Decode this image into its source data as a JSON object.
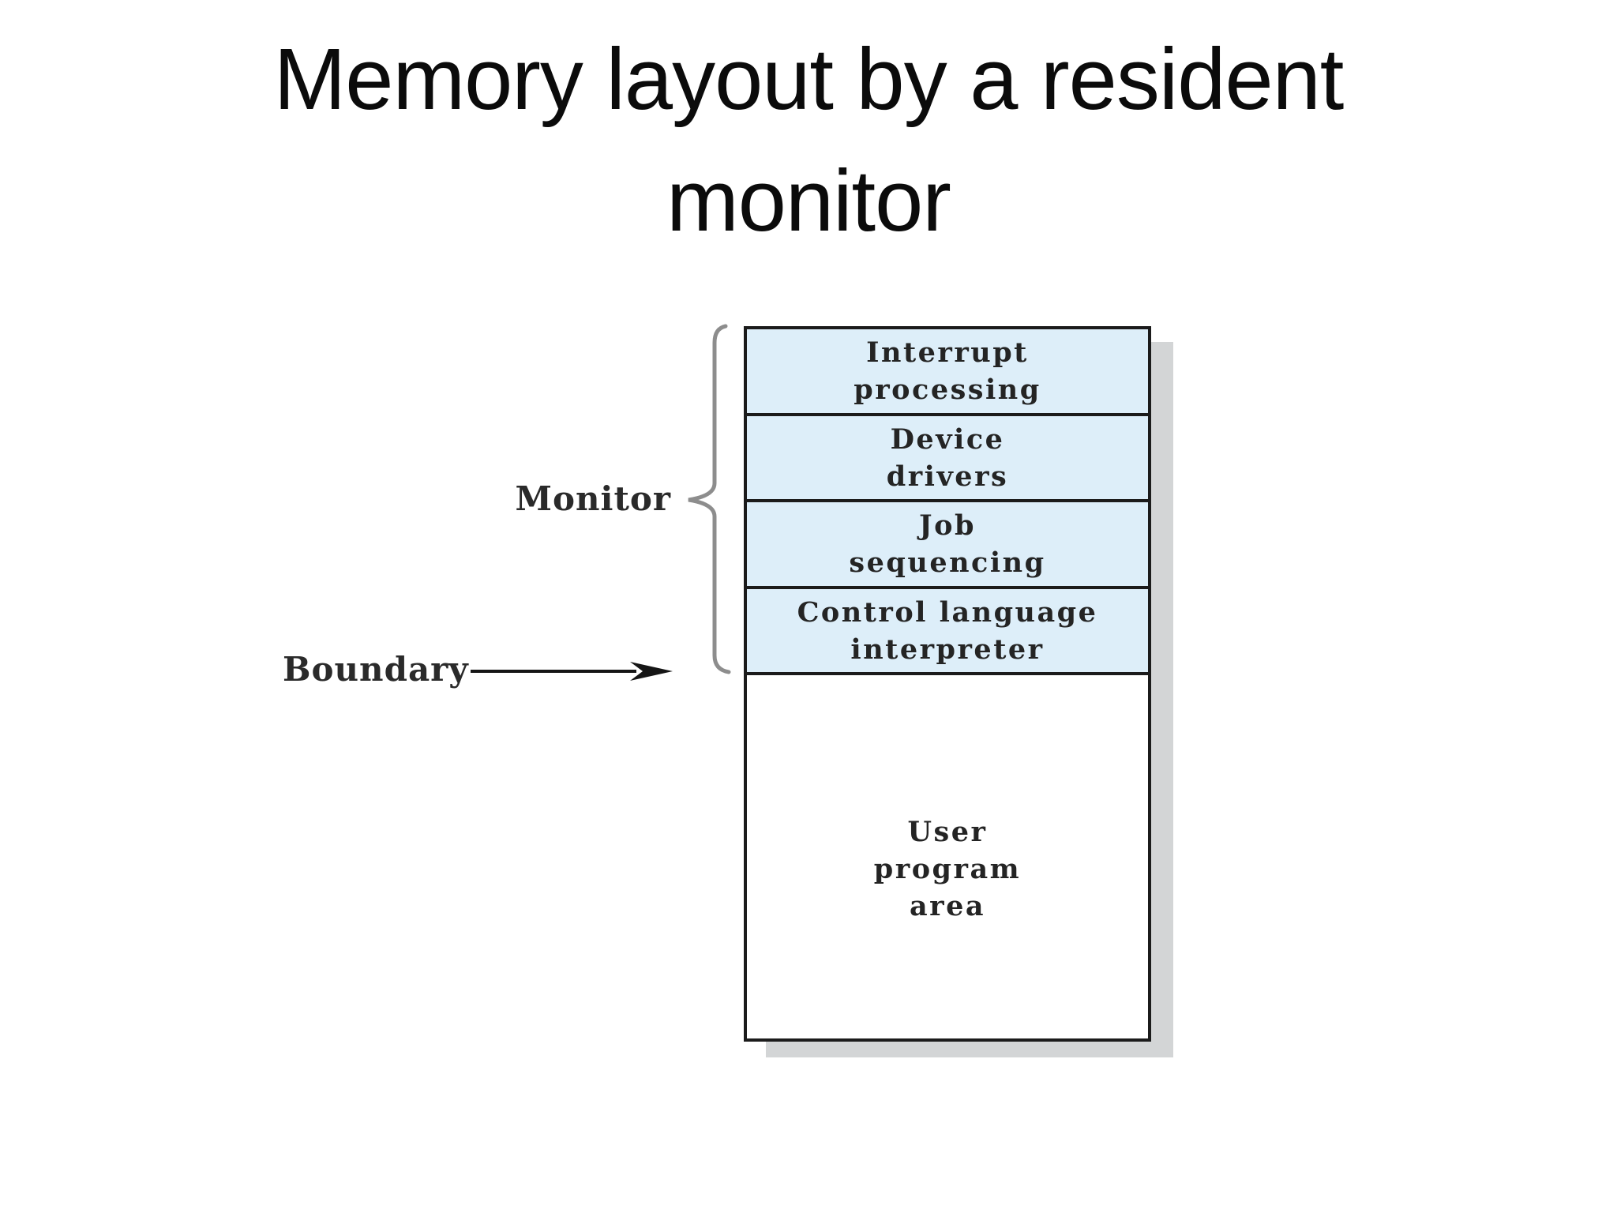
{
  "title": {
    "line1": "Memory layout by a resident",
    "line2": "monitor"
  },
  "diagram": {
    "monitor_label": "Monitor",
    "boundary_label": "Boundary",
    "sections": [
      {
        "label": "Interrupt\nprocessing",
        "fill": "#ddeef9"
      },
      {
        "label": "Device\ndrivers",
        "fill": "#ddeef9"
      },
      {
        "label": "Job\nsequencing",
        "fill": "#ddeef9"
      },
      {
        "label": "Control language\ninterpreter",
        "fill": "#ddeef9"
      },
      {
        "label": "User\nprogram\narea",
        "fill": "#ffffff"
      }
    ],
    "icons": {
      "brace": "curly-brace-left",
      "arrow": "arrow-right"
    },
    "colors": {
      "section_fill": "#ddeef9",
      "box_border": "#1b1b1b",
      "shadow": "#d3d5d6",
      "brace": "#8d8d8d",
      "arrow": "#151515",
      "text": "#242424"
    }
  }
}
